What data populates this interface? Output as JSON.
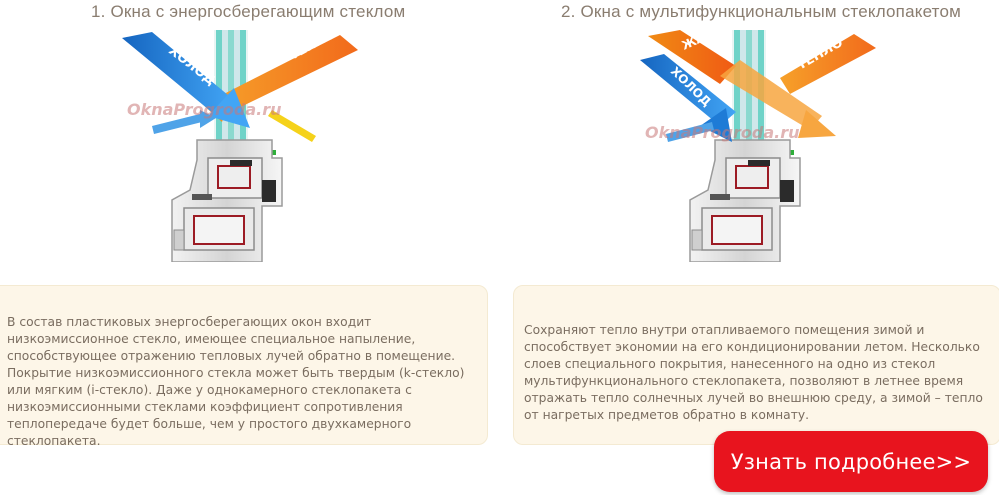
{
  "sections": [
    {
      "title": "1. Окна с энергосберегающим стеклом",
      "arrows": {
        "cold": "ХОЛОД",
        "warm": "ТЕПЛО"
      },
      "watermark": "OknaProgroda.ru",
      "description": "В состав пластиковых энергосберегающих окон входит низкоэмиссионное стекло, имеющее специальное напыление, способствующее отражению тепловых лучей обратно в помещение. Покрытие низкоэмиссионного стекла может быть твердым (k-стекло) или мягким (i-стекло). Даже у однокамерного стеклопакета с низкоэмиссионными стеклами коэффициент сопротивления теплопередаче будет больше, чем у простого двухкамерного стеклопакета."
    },
    {
      "title": "2. Окна с мультифункциональным стеклопакетом",
      "arrows": {
        "heat": "ЖАРА",
        "cold": "ХОЛОД",
        "warm": "ТЕПЛО"
      },
      "watermark": "OknaProgroda.ru",
      "description": "Сохраняют тепло внутри отапливаемого помещения зимой и способствует экономии на его кондиционировании летом. Несколько слоев специального покрытия, нанесенного на одно из стекол мультифункционального стеклопакета, позволяют в летнее время отражать тепло солнечных лучей во внешнюю среду, а зимой – тепло от нагретых предметов обратно в комнату."
    }
  ],
  "cta": {
    "label": "Узнать подробнее>>"
  },
  "colors": {
    "cold": "#2a8fe0",
    "warm": "#f26a1b",
    "heat": "#f05a14",
    "cta": "#e8141e",
    "card": "#fdf6e8",
    "glass": "#6fd3c8",
    "seal": "#2fae3a",
    "frame": "#d8d8d8",
    "profile_core": "#9c1b24"
  }
}
